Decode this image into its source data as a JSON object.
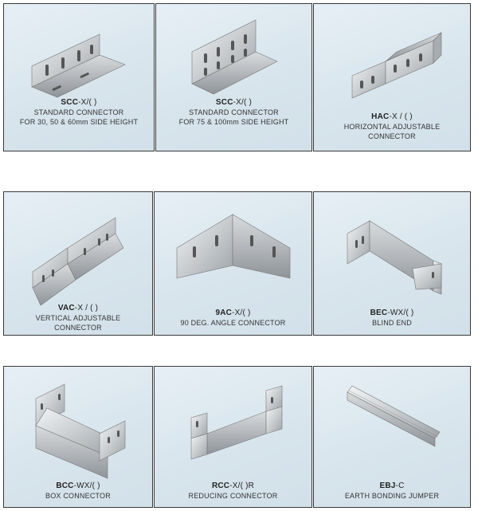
{
  "products": [
    {
      "code": "SCC",
      "suffix": "-X/( )",
      "lines": [
        "STANDARD CONNECTOR",
        "FOR 30, 50 & 60mm SIDE HEIGHT"
      ],
      "icon": "standard-connector-short-icon"
    },
    {
      "code": "SCC",
      "suffix": "-X/( )",
      "lines": [
        "STANDARD CONNECTOR",
        "FOR 75 & 100mm SIDE HEIGHT"
      ],
      "icon": "standard-connector-tall-icon"
    },
    {
      "code": "HAC",
      "suffix": "-X / ( )",
      "lines": [
        "HORIZONTAL ADJUSTABLE",
        "CONNECTOR"
      ],
      "icon": "horizontal-adjustable-connector-icon"
    },
    {
      "code": "VAC",
      "suffix": "-X / ( )",
      "lines": [
        "VERTICAL ADJUSTABLE",
        "CONNECTOR"
      ],
      "icon": "vertical-adjustable-connector-icon"
    },
    {
      "code": "9AC",
      "suffix": "-X/( )",
      "lines": [
        "90 DEG. ANGLE CONNECTOR"
      ],
      "icon": "angle-connector-icon"
    },
    {
      "code": "BEC",
      "suffix": "-WX/( )",
      "lines": [
        "BLIND END"
      ],
      "icon": "blind-end-icon"
    },
    {
      "code": "BCC",
      "suffix": "-WX/( )",
      "lines": [
        "BOX CONNECTOR"
      ],
      "icon": "box-connector-icon"
    },
    {
      "code": "RCC",
      "suffix": "-X/( )R",
      "lines": [
        "REDUCING CONNECTOR"
      ],
      "icon": "reducing-connector-icon"
    },
    {
      "code": "EBJ",
      "suffix": "-C",
      "lines": [
        "EARTH BONDING JUMPER"
      ],
      "icon": "earth-bonding-jumper-icon"
    }
  ]
}
